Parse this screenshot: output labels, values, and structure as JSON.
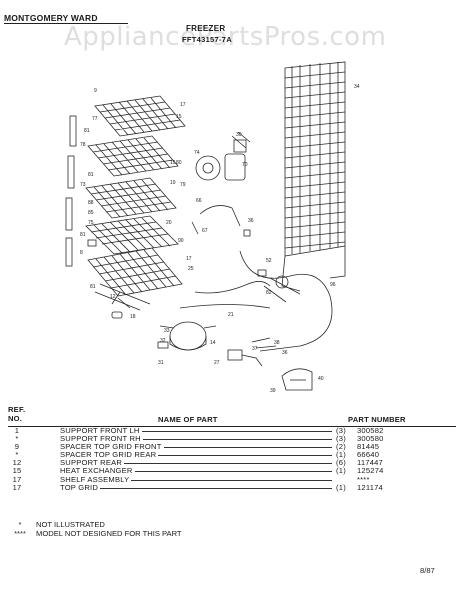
{
  "header": {
    "brand": "MONTGOMERY WARD",
    "title": "FREEZER",
    "model": "FFT43157-7A",
    "watermark": "AppliancePartsPros.com"
  },
  "diagram": {
    "callouts": [
      "9",
      "17",
      "15",
      "81",
      "77",
      "78",
      "15",
      "81",
      "19",
      "73",
      "88",
      "30",
      "74",
      "80",
      "70",
      "79",
      "66",
      "85",
      "67",
      "75",
      "20",
      "81",
      "90",
      "17",
      "8",
      "25",
      "81",
      "12",
      "18",
      "34",
      "36",
      "52",
      "96",
      "82",
      "33",
      "32",
      "31",
      "39",
      "37",
      "38",
      "27",
      "21",
      "40",
      "36",
      "14"
    ]
  },
  "parts_table": {
    "ref_label": "REF.",
    "no_label": "NO.",
    "name_label": "NAME OF PART",
    "part_number_label": "PART NUMBER",
    "rows": [
      {
        "ref": "1",
        "name": "SUPPORT FRONT LH",
        "qty": "(3)",
        "part": "300582"
      },
      {
        "ref": "*",
        "name": "SUPPORT FRONT RH",
        "qty": "(3)",
        "part": "300580"
      },
      {
        "ref": "9",
        "name": "SPACER TOP GRID FRONT",
        "qty": "(2)",
        "part": "81445"
      },
      {
        "ref": "*",
        "name": "SPACER TOP GRID REAR",
        "qty": "(1)",
        "part": "66640"
      },
      {
        "ref": "12",
        "name": "SUPPORT REAR",
        "qty": "(6)",
        "part": "117447"
      },
      {
        "ref": "15",
        "name": "HEAT EXCHANGER",
        "qty": "(1)",
        "part": "125274"
      },
      {
        "ref": "17",
        "name": "SHELF ASSEMBLY",
        "qty": "",
        "part": "****"
      },
      {
        "ref": "17",
        "name": "TOP GRID",
        "qty": "(1)",
        "part": "121174"
      }
    ]
  },
  "notes": [
    {
      "symbol": "*",
      "text": "NOT ILLUSTRATED"
    },
    {
      "symbol": "****",
      "text": "MODEL NOT DESIGNED FOR THIS PART"
    }
  ],
  "date_code": "8/87"
}
